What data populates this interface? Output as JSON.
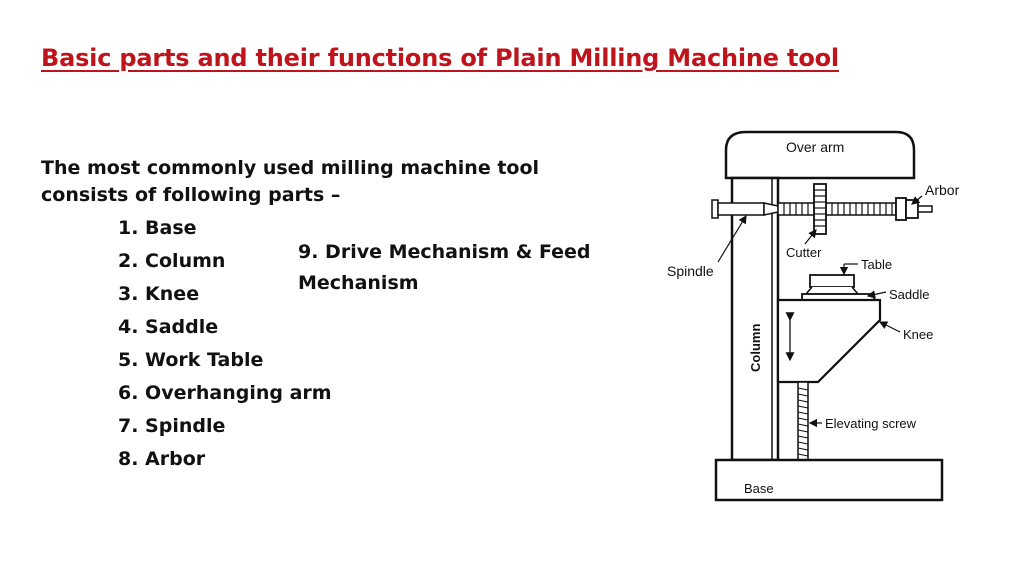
{
  "title": "Basic parts and their functions of Plain Milling Machine tool",
  "intro": "The most commonly used milling machine tool consists of following parts –",
  "parts": [
    "1. Base",
    "2. Column",
    "3. Knee",
    "4. Saddle",
    "5. Work Table",
    "6. Overhanging arm",
    "7. Spindle",
    "8. Arbor"
  ],
  "drive_item": "9. Drive Mechanism & Feed Mechanism",
  "diagram": {
    "labels": {
      "over_arm": "Over arm",
      "arbor": "Arbor",
      "spindle": "Spindle",
      "cutter": "Cutter",
      "table": "Table",
      "saddle": "Saddle",
      "knee": "Knee",
      "column": "Column",
      "elevating_screw": "Elevating screw",
      "base": "Base"
    }
  },
  "colors": {
    "title": "#c0141c",
    "text": "#111111"
  }
}
